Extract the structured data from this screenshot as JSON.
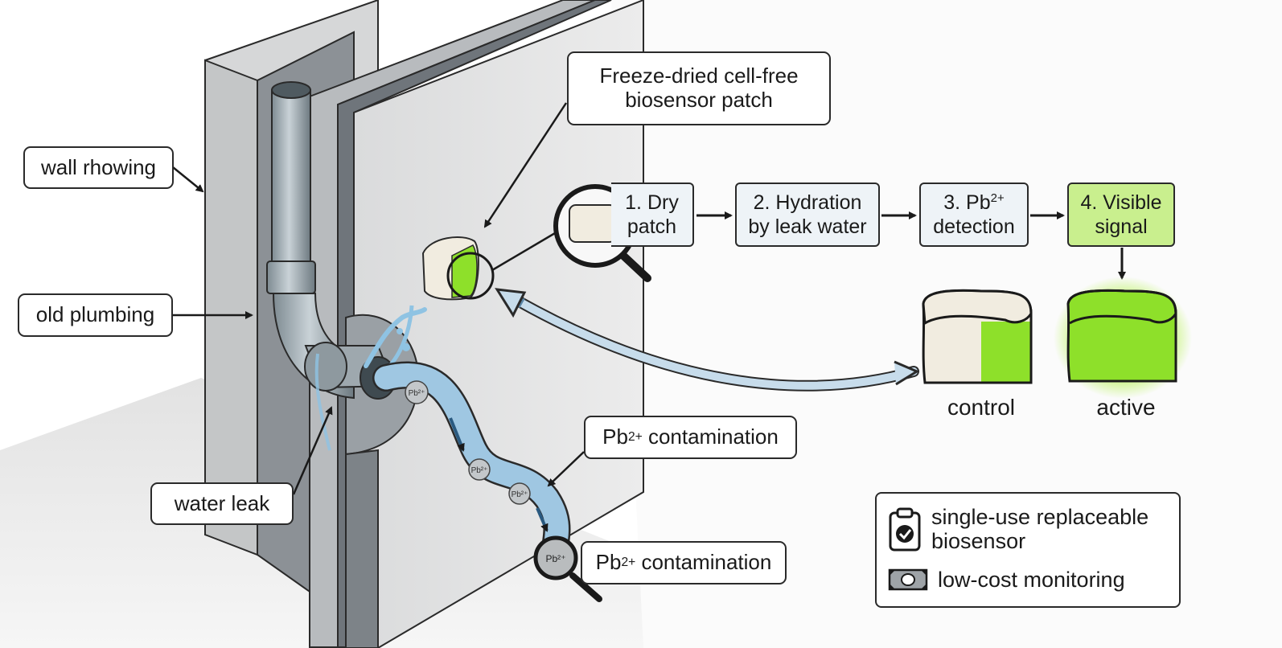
{
  "labels": {
    "patch_label_line1": "Freeze-dried cell-free",
    "patch_label_line2": "biosensor patch",
    "wall": "wall rhowing",
    "plumbing": "old plumbing",
    "leak": "water leak",
    "contamination_upper_prefix": "Pb",
    "contamination_upper_sup": "2+",
    "contamination_upper_suffix": " contamination",
    "contamination_lower_prefix": "Pb",
    "contamination_lower_sup": "2+",
    "contamination_lower_suffix": " contamination"
  },
  "steps": [
    {
      "line1": "1. Dry",
      "line2": "patch"
    },
    {
      "line1": "2. Hydration",
      "line2": "by leak water"
    },
    {
      "line1_prefix": "3. Pb",
      "line1_sup": "2+",
      "line2": "detection"
    },
    {
      "line1": "4. Visible",
      "line2": "signal"
    }
  ],
  "captions": {
    "control": "control",
    "active": "active"
  },
  "particles": [
    "Pb²⁺",
    "Pb²⁺",
    "Pb²⁺",
    "Pb²⁺"
  ],
  "legend": {
    "item1_line1": "single-use replaceable",
    "item1_line2": "biosensor",
    "item1_icon": "clipboard-check-icon",
    "item2": "low-cost monitoring",
    "item2_icon": "banknote-icon"
  },
  "colors": {
    "signal_green": "#8ee02a",
    "patch_cream": "#f1ece0",
    "water_blue": "#8fc3e3",
    "step_box": "#eef3f7",
    "step_active": "#c9ef8e"
  }
}
